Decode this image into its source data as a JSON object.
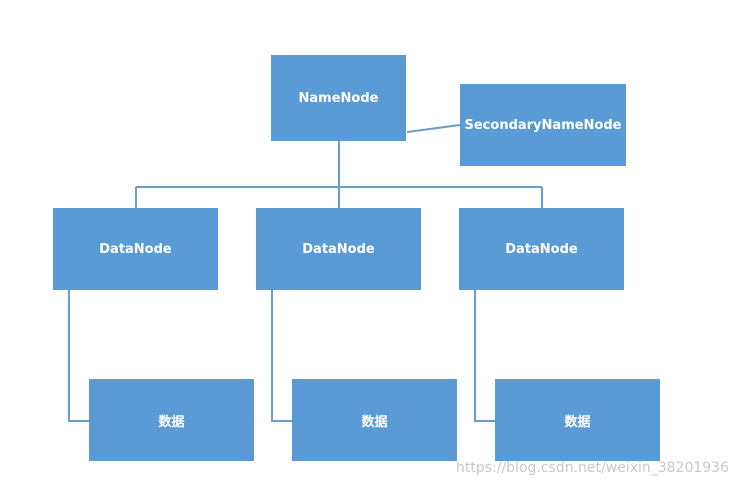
{
  "diagram": {
    "namenode": "NameNode",
    "secondary": "SecondaryNameNode",
    "datanodes": [
      "DataNode",
      "DataNode",
      "DataNode"
    ],
    "data_blocks": [
      "数据",
      "数据",
      "数据"
    ]
  },
  "watermark": "https://blog.csdn.net/weixin_38201936",
  "colors": {
    "box": "#5b9bd5",
    "line": "#6a9ccd",
    "text": "#ffffff"
  }
}
